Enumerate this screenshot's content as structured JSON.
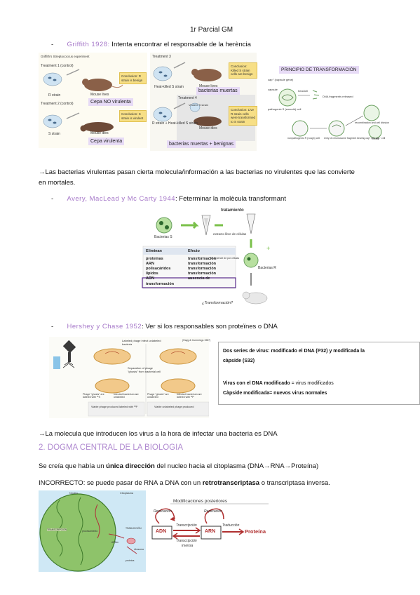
{
  "header": {
    "title": "1r Parcial GM"
  },
  "griffith": {
    "dash": "-",
    "name": "Griffith 1928:",
    "text": " Intenta encontrar el responsable de la herència"
  },
  "griffith_fig": {
    "title": "Griffith's Streptococcus experiment",
    "t1": "Treatment 1 (control)",
    "t1_strain": "R strain",
    "t1_result": "Mouse lives",
    "t1_note": "Conclusion: R strain is benign",
    "t2": "Treatment 2 (control)",
    "t2_strain": "S strain",
    "t2_result": "Mouse dies",
    "t2_note": "Conclusion: S strain is virulent",
    "t3": "Treatment 3",
    "t3_strain": "Heat-killed S strain",
    "t3_result": "Mouse lives",
    "t3_note": "Conclusion: Killed S strain cells are benign",
    "t4": "Treatment 4",
    "t4_strain": "R strain + Heat-killed S strain",
    "t4_virulent": "Virulent S strain",
    "t4_result": "Mouse dies",
    "t4_note": "Conclusion: Live R strain cells were transformed to S strain",
    "label_no_virulenta": "Cepa NO virulenta",
    "label_virulenta": "Cepa virulenta",
    "label_muertas": "bacterias muertas",
    "label_muertas_inocuas": "bacterias muertas + benignas"
  },
  "principio": {
    "label": "PRINCIPIO DE TRANSFORMACIÓN",
    "c1": "cap⁺ (capsule gene)",
    "c2": "capsule",
    "c3": "heat-kill",
    "c4": "pathogenic S (smooth) cell",
    "c5": "DNA fragments released",
    "c6": "nonpathogenic R (rough) cell",
    "c7": "entry of chromosome fragment bearing cap⁺ into cap⁻ cell",
    "c8": "recombination and cell division",
    "c9": "S cell"
  },
  "p1": {
    "arrow": "→",
    "text": "Las bacterias virulentas pasan cierta molecula/información a las bacterias no virulentes que las convierte",
    "text2": "en mortales."
  },
  "avery": {
    "dash": "-",
    "name": "Avery, MacLead y Mc Carty 1944",
    "text": ": Feterminar la molècula transformant"
  },
  "avery_fig": {
    "tratamiento": "tratamiento",
    "bacterias_s": "Bacterias S",
    "extracto": "extracto libre de células",
    "bacterias_r": "Bacterias R",
    "pregunta": "¿Transformación?",
    "col1": "Eliminan",
    "col2": "Efecto",
    "rows": [
      {
        "a": "proteínas",
        "b": "transformación"
      },
      {
        "a": "ARN",
        "b": "transformación"
      },
      {
        "a": "polisacáridos",
        "b": "transformación"
      },
      {
        "a": "lípidos",
        "b": "transformación"
      },
      {
        "a": "ADN",
        "b": "ausencia de transformación"
      }
    ],
    "side_note": "+ lo depende de por células"
  },
  "hershey": {
    "dash": "-",
    "name": "Hershey y Chase 1952",
    "text": ": Ver si los responsables son proteïnes o DNA"
  },
  "hershey_fig": {
    "credit": "(Hayg & Cummings 1987)",
    "l1": "Labeled phage infect unlabeled bacteria",
    "l2": "Separation of phage \"ghosts\" from bacterial cell",
    "l3": "Phage \"ghosts\" are labeled with ³⁵S",
    "l4": "Infected bacterium are unlabeled",
    "l5": "Phage \"ghosts\" are unlabeled",
    "l6": "Infected bacterium are labeled with ³²P",
    "l7": "Viable phage produced labeled with ³²P",
    "l8": "Viable unlabeled phage produced"
  },
  "hershey_box": {
    "line1": "Dos series de virus: modificado el DNA (P32) y modificada la",
    "line2": "càpside (S32)",
    "line3_a": "Virus con el DNA modificado",
    "line3_b": " = virus modificados",
    "line4_a": "Càpside modificada",
    "line4_b": "= nuevos virus normales"
  },
  "p2": {
    "arrow": "→",
    "text": "La molecula que introducen los virus a la hora de infectar una bacteria es DNA"
  },
  "section2": {
    "title": "2. DOGMA CENTRAL DE LA BIOLOGIA"
  },
  "p3": {
    "a": "Se creía que había un ",
    "b": "única dirección",
    "c": " del nucleo hacia el citoplasma (DNA→RNA→Proteína)"
  },
  "p4": {
    "a": "INCORRECTO: se puede pasar de RNA a DNA con un ",
    "b": "retrotranscriptasa",
    "c": " o transcriptasa inversa."
  },
  "cell_fig": {
    "nucleo": "Núcleo",
    "citoplasma": "Citoplasma",
    "transcripcion": "TRANSCRIPCIÓN",
    "procesamiento": "procesamiento",
    "traduccion": "TRADUCCIÓN",
    "ribosoma": "ribosoma",
    "proteina": "proteína",
    "arnm": "ARNm"
  },
  "dogma_fig": {
    "title": "Modificaciones posteriores",
    "replicacion1": "Replicación",
    "replicacion2": "Replicación",
    "transcripcion": "Transcripción",
    "transcripcion_inversa1": "Transcripción",
    "transcripcion_inversa2": "inversa",
    "traduccion": "Traducción",
    "adn": "ADN",
    "arn": "ARN",
    "proteina": "Proteína"
  }
}
